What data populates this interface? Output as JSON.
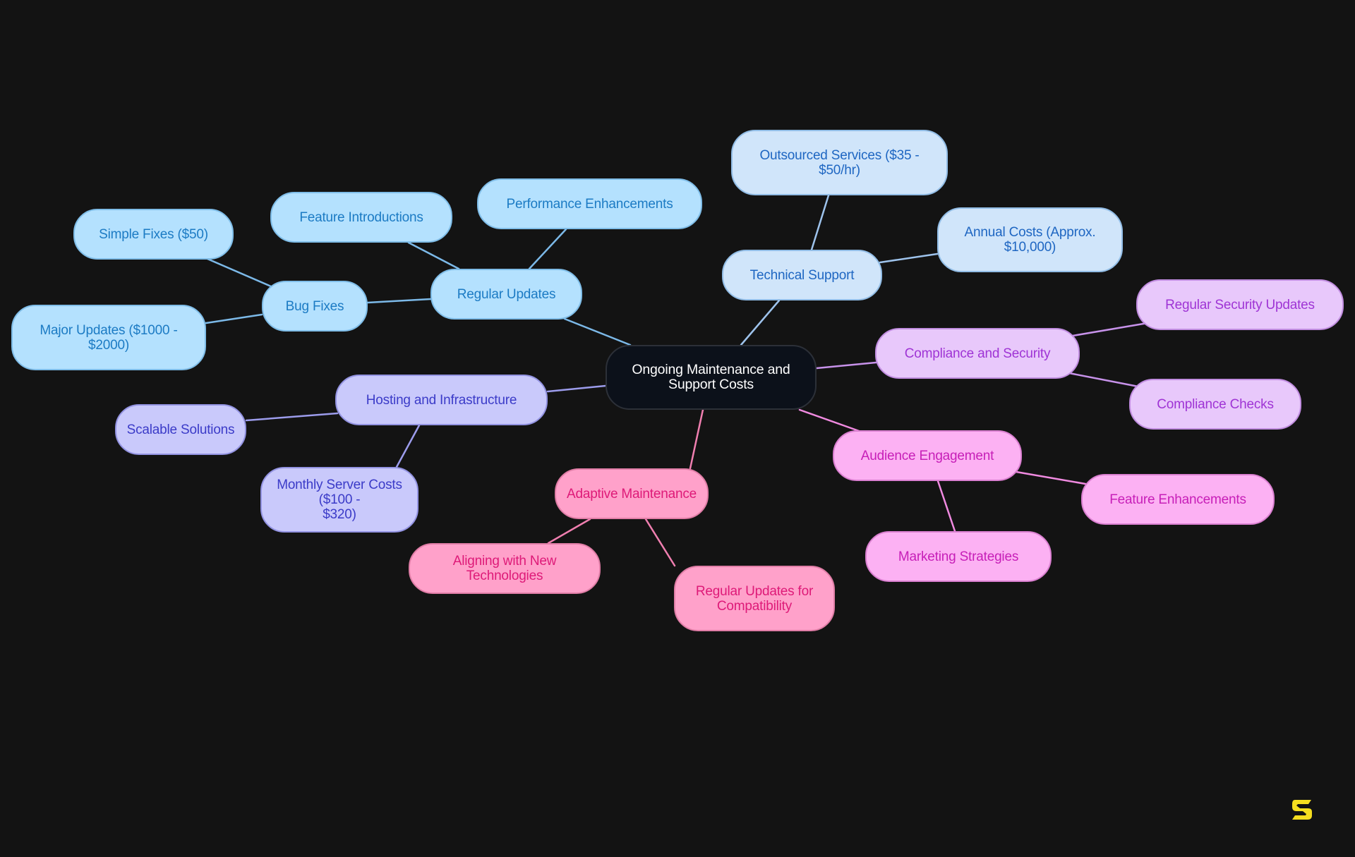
{
  "diagram": {
    "type": "mind-map",
    "background": "#131313",
    "root": {
      "id": "root",
      "label": "Ongoing Maintenance and Support Costs",
      "color": "#0C111A"
    },
    "branches": [
      {
        "id": "regular-updates",
        "label": "Regular Updates",
        "color": "#B4E1FE",
        "edge_color": "#7CB9E8",
        "children": [
          {
            "id": "bug-fixes",
            "label": "Bug Fixes",
            "children": [
              {
                "id": "simple-fixes",
                "label": "Simple Fixes ($50)"
              },
              {
                "id": "major-updates",
                "label": "Major Updates ($1000 - $2000)"
              }
            ]
          },
          {
            "id": "feature-introductions",
            "label": "Feature Introductions"
          },
          {
            "id": "performance-enhancements",
            "label": "Performance Enhancements"
          }
        ]
      },
      {
        "id": "technical-support",
        "label": "Technical Support",
        "color": "#D0E5FA",
        "edge_color": "#9EC3EC",
        "children": [
          {
            "id": "outsourced-services",
            "label": "Outsourced Services ($35 - $50/hr)"
          },
          {
            "id": "annual-costs",
            "label": "Annual Costs (Approx. $10,000)"
          }
        ]
      },
      {
        "id": "compliance-security",
        "label": "Compliance and Security",
        "color": "#E8C8FB",
        "edge_color": "#C792EA",
        "children": [
          {
            "id": "regular-security-updates",
            "label": "Regular Security Updates"
          },
          {
            "id": "compliance-checks",
            "label": "Compliance Checks"
          }
        ]
      },
      {
        "id": "audience-engagement",
        "label": "Audience Engagement",
        "color": "#FCB1F3",
        "edge_color": "#F08AE0",
        "children": [
          {
            "id": "feature-enhancements",
            "label": "Feature Enhancements"
          },
          {
            "id": "marketing-strategies",
            "label": "Marketing Strategies"
          }
        ]
      },
      {
        "id": "adaptive-maintenance",
        "label": "Adaptive Maintenance",
        "color": "#FFA1CA",
        "edge_color": "#F07FB0",
        "children": [
          {
            "id": "aligning-new-tech",
            "label": "Aligning with New Technologies"
          },
          {
            "id": "updates-compatibility",
            "label": "Regular Updates for Compatibility"
          }
        ]
      },
      {
        "id": "hosting-infrastructure",
        "label": "Hosting and Infrastructure",
        "color": "#C9C9FB",
        "edge_color": "#9C9CEC",
        "children": [
          {
            "id": "scalable-solutions",
            "label": "Scalable Solutions"
          },
          {
            "id": "monthly-server-costs",
            "label": "Monthly Server Costs ($100 - $320)"
          }
        ]
      }
    ]
  },
  "labels": {
    "root": [
      "Ongoing Maintenance and",
      "Support Costs"
    ],
    "regular_updates": "Regular Updates",
    "bug_fixes": "Bug Fixes",
    "simple_fixes": "Simple Fixes ($50)",
    "major_updates": [
      "Major Updates ($1000 -",
      "$2000)"
    ],
    "feature_introductions": "Feature Introductions",
    "performance_enhancements": "Performance Enhancements",
    "technical_support": "Technical Support",
    "outsourced_services": [
      "Outsourced Services ($35 -",
      "$50/hr)"
    ],
    "annual_costs": [
      "Annual Costs (Approx.",
      "$10,000)"
    ],
    "compliance_security": "Compliance and Security",
    "regular_security_updates": "Regular Security Updates",
    "compliance_checks": "Compliance Checks",
    "audience_engagement": "Audience Engagement",
    "feature_enhancements": "Feature Enhancements",
    "marketing_strategies": "Marketing Strategies",
    "adaptive_maintenance": "Adaptive Maintenance",
    "aligning_new_tech": "Aligning with New Technologies",
    "updates_compatibility": [
      "Regular Updates for",
      "Compatibility"
    ],
    "hosting_infrastructure": "Hosting and Infrastructure",
    "scalable_solutions": "Scalable Solutions",
    "monthly_server_costs": [
      "Monthly Server Costs ($100 -",
      "$320)"
    ]
  },
  "logo": {
    "icon": "s-logo-icon",
    "color": "#F5DE1F"
  }
}
